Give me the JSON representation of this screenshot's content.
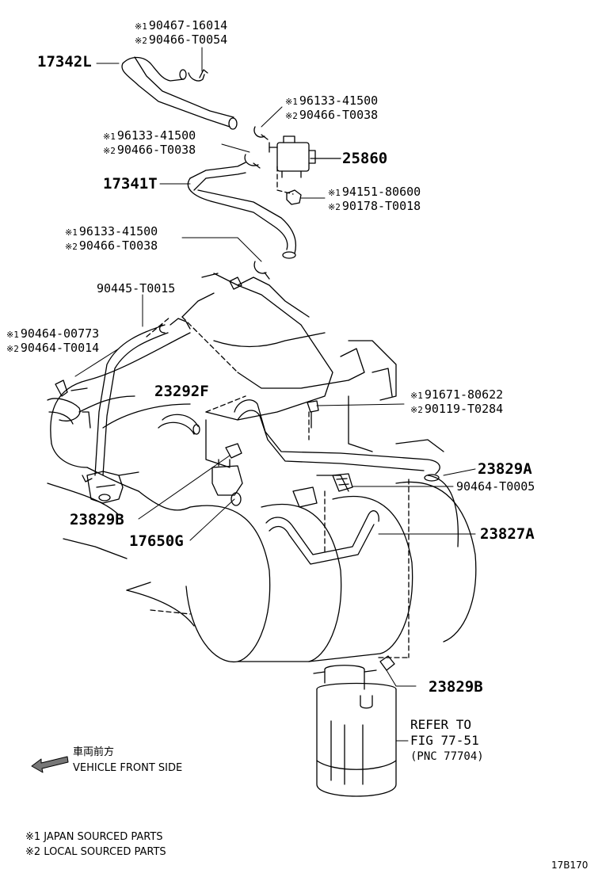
{
  "diagram_id": "17B170",
  "parts": {
    "p17342L": "17342L",
    "p25860": "25860",
    "p17341T": "17341T",
    "p90445_T0015": "90445-T0015",
    "p23292F": "23292F",
    "p23829A": "23829A",
    "p90464_T0005": "90464-T0005",
    "p23827A": "23827A",
    "p23829B_left": "23829B",
    "p17650G": "17650G",
    "p23829B_right": "23829B"
  },
  "callouts": {
    "top_clamp": {
      "jp": "90467-16014",
      "local": "90466-T0054"
    },
    "clamp_right": {
      "jp": "96133-41500",
      "local": "90466-T0038"
    },
    "clamp_left": {
      "jp": "96133-41500",
      "local": "90466-T0038"
    },
    "nut": {
      "jp": "94151-80600",
      "local": "90178-T0018"
    },
    "clamp_lower": {
      "jp": "96133-41500",
      "local": "90466-T0038"
    },
    "clip_left": {
      "jp": "90464-00773",
      "local": "90464-T0014"
    },
    "bolt": {
      "jp": "91671-80622",
      "local": "90119-T0284"
    }
  },
  "marks": {
    "jp": "※1",
    "local": "※2"
  },
  "refer": {
    "line1": "REFER TO",
    "line2": "FIG 77-51",
    "line3": "(PNC 77704)"
  },
  "vehicle_front": {
    "jp": "車両前方",
    "en": "VEHICLE FRONT SIDE"
  },
  "legend": {
    "line1": "※1 JAPAN SOURCED PARTS",
    "line2": "※2 LOCAL SOURCED PARTS"
  }
}
